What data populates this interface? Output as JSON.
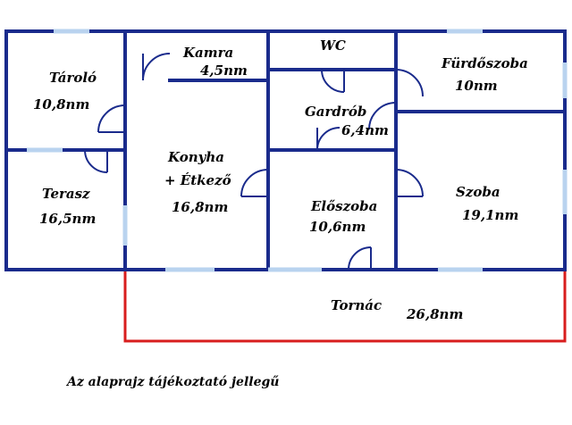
{
  "plan": {
    "rooms": {
      "tarolo": {
        "name": "Tároló",
        "area": "10,8nm"
      },
      "kamra": {
        "name": "Kamra",
        "area": "4,5nm"
      },
      "wc": {
        "name": "WC"
      },
      "furdoszoba": {
        "name": "Fürdőszoba",
        "area": "10nm"
      },
      "gardrob": {
        "name": "Gardrób",
        "area": "6,4nm"
      },
      "konyha": {
        "name_line1": "Konyha",
        "name_line2": "+ Étkező",
        "area": "16,8nm"
      },
      "terasz": {
        "name": "Terasz",
        "area": "16,5nm"
      },
      "eloszoba": {
        "name": "Előszoba",
        "area": "10,6nm"
      },
      "szoba": {
        "name": "Szoba",
        "area": "19,1nm"
      },
      "tornac": {
        "name": "Tornác",
        "area": "26,8nm"
      }
    },
    "note": "Az alaprajz tájékoztató jellegű",
    "colors": {
      "wall": "#1a2b8c",
      "window": "#b9d3ef",
      "terrace_outline": "#d81e1e"
    }
  }
}
